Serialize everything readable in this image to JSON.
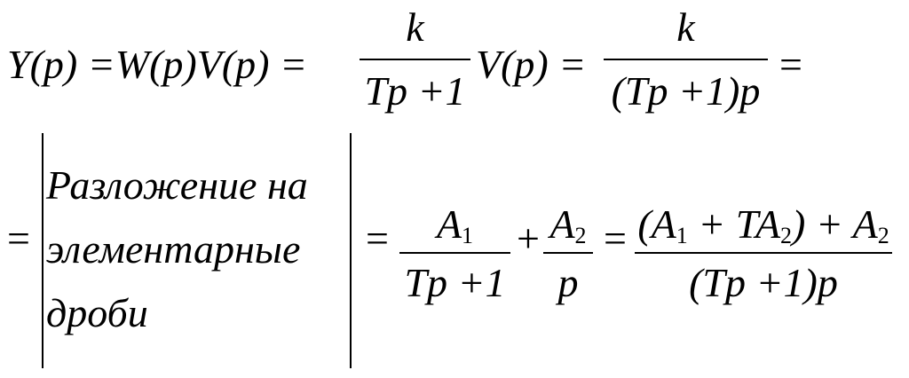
{
  "line1": {
    "lhs": "Y(p) =W(p)V(p) =",
    "frac1": {
      "num": "k",
      "den": "Tp +1"
    },
    "mid": "V(p) =",
    "frac2": {
      "num": "k",
      "den": "(Tp +1)p"
    },
    "eq_end": "="
  },
  "line2": {
    "eq_start": "=",
    "note": [
      "Разложение   на",
      "элементарные",
      "дроби"
    ],
    "eq1": "=",
    "frac3": {
      "num_var": "A",
      "num_sub": "1",
      "den": "Tp +1"
    },
    "plus": "+",
    "frac4": {
      "num_var": "A",
      "num_sub": "2",
      "den": "p"
    },
    "eq2": "=",
    "frac5": {
      "num_parts": [
        "(A",
        "1",
        " + TA",
        "2",
        ") + A",
        "2"
      ],
      "den": "(Tp +1)p"
    }
  }
}
